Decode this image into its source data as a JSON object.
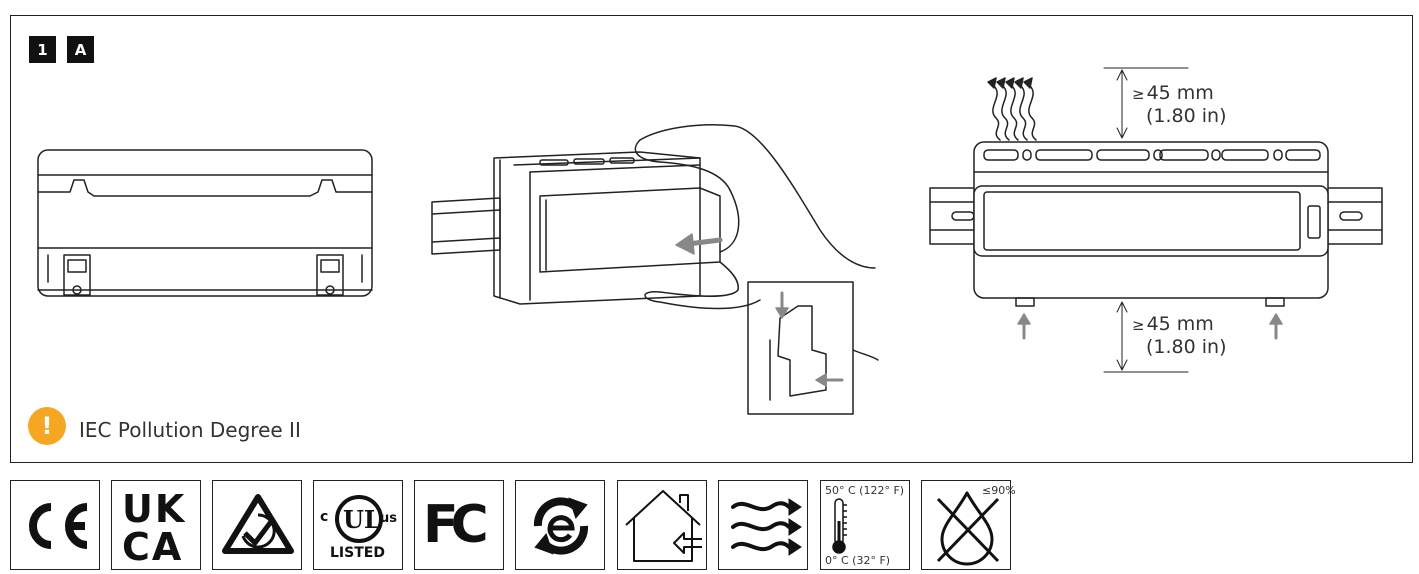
{
  "step_badges": [
    "1",
    "A"
  ],
  "clearance_top": {
    "symbol": "≥",
    "mm": "45 mm",
    "inch": "(1.80 in)"
  },
  "clearance_bottom": {
    "symbol": "≥",
    "mm": "45 mm",
    "inch": "(1.80 in)"
  },
  "note": {
    "icon": "warning-icon",
    "text": "IEC Pollution Degree II"
  },
  "certifications": {
    "ce": "CE-mark",
    "ukca": {
      "line1": "UK",
      "line2": "CA"
    },
    "rcm": "RCM-mark",
    "ul": {
      "c": "c",
      "ul": "UL",
      "us": "us",
      "listed": "LISTED"
    },
    "fcc": "FC",
    "e_waste": "e-recycle-mark",
    "indoor": "indoor-use-icon",
    "ventilation": "airflow-icon",
    "temperature": {
      "max": "50° C (122° F)",
      "min": "0° C (32° F)"
    },
    "humidity": {
      "max": "≤90%"
    }
  },
  "colors": {
    "warning": "#f5a623",
    "line": "#222222",
    "arrow": "#888888"
  }
}
